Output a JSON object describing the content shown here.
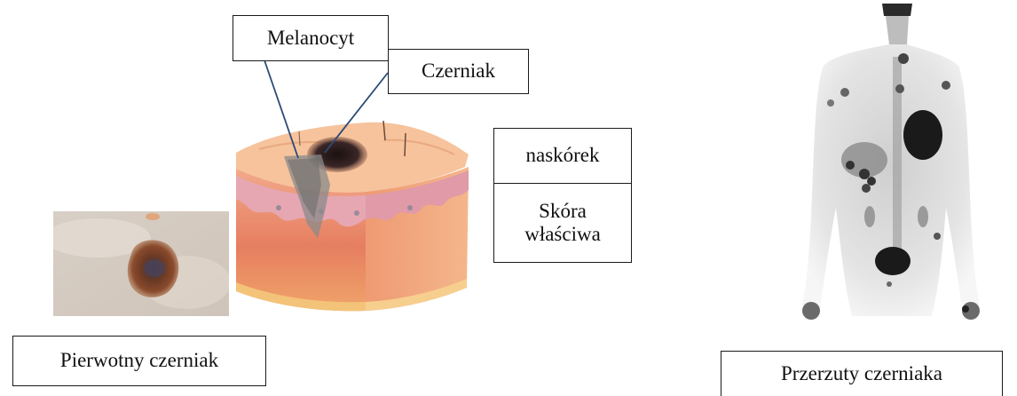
{
  "labels": {
    "melanocyt": "Melanocyt",
    "czerniak": "Czerniak",
    "naskorek": "naskórek",
    "skora_line1": "Skóra",
    "skora_line2": "właściwa",
    "pierwotny": "Pierwotny czerniak",
    "przerzuty": "Przerzuty czerniaka"
  },
  "colors": {
    "skin_surface": "#f3b98f",
    "skin_dermis": "#e9835f",
    "epidermis_pink": "#e6a7b2",
    "tumor": "#2a1d1d",
    "pet_dark": "#1a1a1a"
  }
}
